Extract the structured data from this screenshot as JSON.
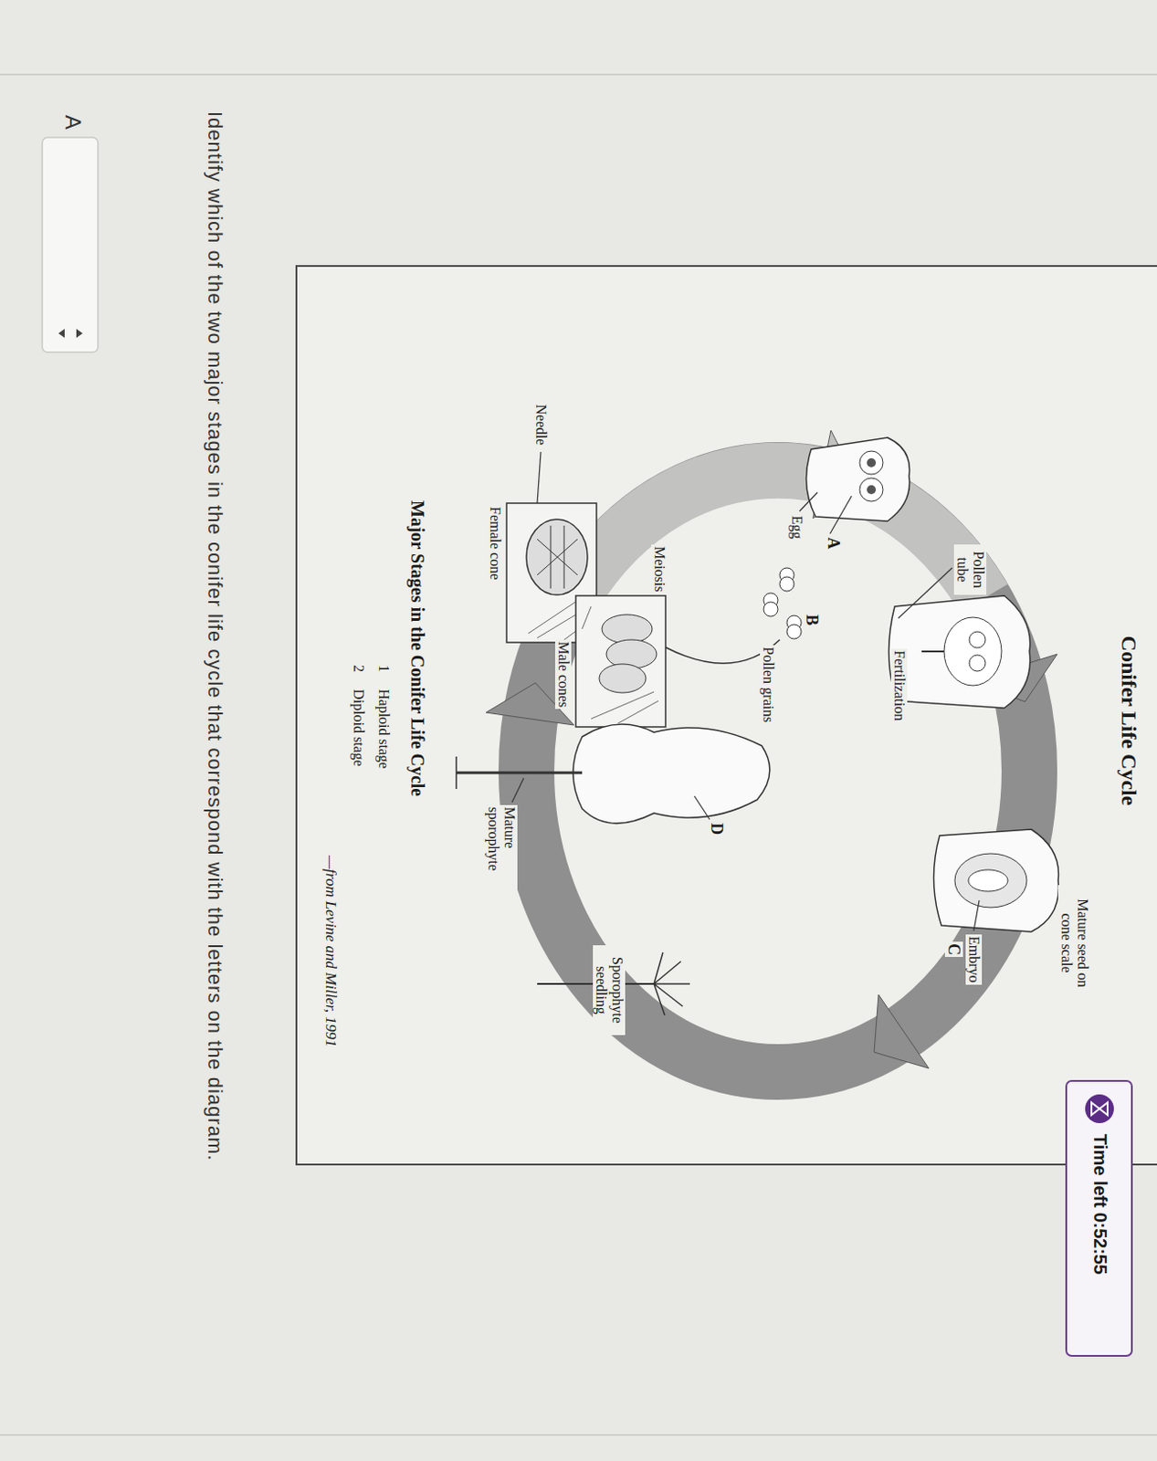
{
  "diagram": {
    "title": "Conifer Life Cycle",
    "caption": "—from Levine and Miller, 1991",
    "labels": [
      "Time left 0:52:55",
      "Mature seed on cone scale",
      "Embryo",
      "C",
      "Pollen tube",
      "Fertilization",
      "A",
      "Egg",
      "B",
      "Pollen grains",
      "Meiosis",
      "D",
      "Male cones",
      "Needle",
      "Female cone",
      "Mature sporophyte",
      "Sporophyte seedling",
      "Major Stages in the Conifer Life Cycle",
      "1",
      "Haploid stage",
      "2",
      "Diploid stage",
      "Identify which of the two major stages in the conifer life cycle that correspond with the letters on the diagram.",
      "A"
    ]
  }
}
